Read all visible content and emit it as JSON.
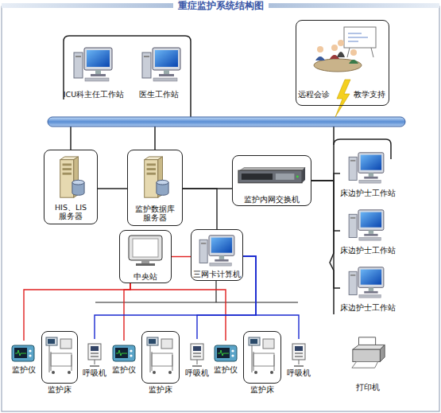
{
  "diagram": {
    "title": "重症监护系统结构图",
    "nodes": [
      {
        "text": [
          "ICU科主任工作站"
        ]
      },
      {
        "text": [
          "医生工作站"
        ]
      },
      {
        "text": [
          "远程会诊",
          "教学支持"
        ]
      },
      {
        "text": [
          "HIS、LIS 服务器"
        ]
      },
      {
        "text": [
          "监护数据库 服务器"
        ]
      },
      {
        "text": [
          "监护内网交换机"
        ]
      },
      {
        "text": [
          "床边护士工作站"
        ]
      },
      {
        "text": [
          "床边护士工作站"
        ]
      },
      {
        "text": [
          "床边护士工作站"
        ]
      },
      {
        "text": [
          "打印机"
        ]
      },
      {
        "text": [
          "中央站"
        ]
      },
      {
        "text": [
          "三网卡计算机"
        ]
      },
      {
        "text": [
          "监护仪"
        ]
      },
      {
        "text": [
          "监护床"
        ]
      },
      {
        "text": [
          "呼吸机"
        ]
      },
      {
        "text": [
          "监护仪"
        ]
      },
      {
        "text": [
          "监护床"
        ]
      },
      {
        "text": [
          "呼吸机"
        ]
      },
      {
        "text": [
          "监护仪"
        ]
      },
      {
        "text": [
          "监护床"
        ]
      },
      {
        "text": [
          "呼吸机"
        ]
      }
    ],
    "edges": [
      {
        "from": 3,
        "to": 4,
        "arrow": "none"
      },
      {
        "from": 4,
        "to": 5,
        "arrow": "none"
      },
      {
        "from": 4,
        "to": 11,
        "arrow": "none"
      },
      {
        "from": 5,
        "to": 6,
        "arrow": "none"
      },
      {
        "from": 5,
        "to": 7,
        "arrow": "none"
      },
      {
        "from": 5,
        "to": 8,
        "arrow": "none"
      },
      {
        "from": 10,
        "to": 11,
        "arrow": "none"
      },
      {
        "from": 10,
        "to": 12,
        "arrow": "none"
      },
      {
        "from": 10,
        "to": 15,
        "arrow": "none"
      },
      {
        "from": 10,
        "to": 18,
        "arrow": "none"
      },
      {
        "from": 11,
        "to": 14,
        "arrow": "none"
      },
      {
        "from": 11,
        "to": 17,
        "arrow": "none"
      },
      {
        "from": 11,
        "to": 20,
        "arrow": "none"
      }
    ]
  }
}
